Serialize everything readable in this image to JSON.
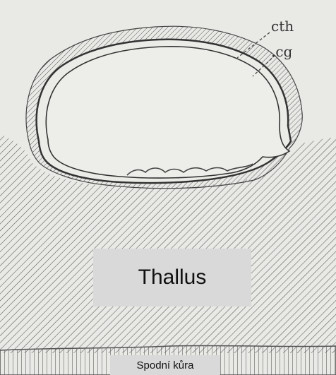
{
  "annotations": {
    "cth": "cth",
    "cg": ".cg"
  },
  "labels": {
    "thallus": "Thallus",
    "lower_cortex": "Spodní kůra"
  },
  "colors": {
    "paper": "#e9e9e6",
    "ink": "#333333",
    "label_box": "#d9d9d9"
  }
}
